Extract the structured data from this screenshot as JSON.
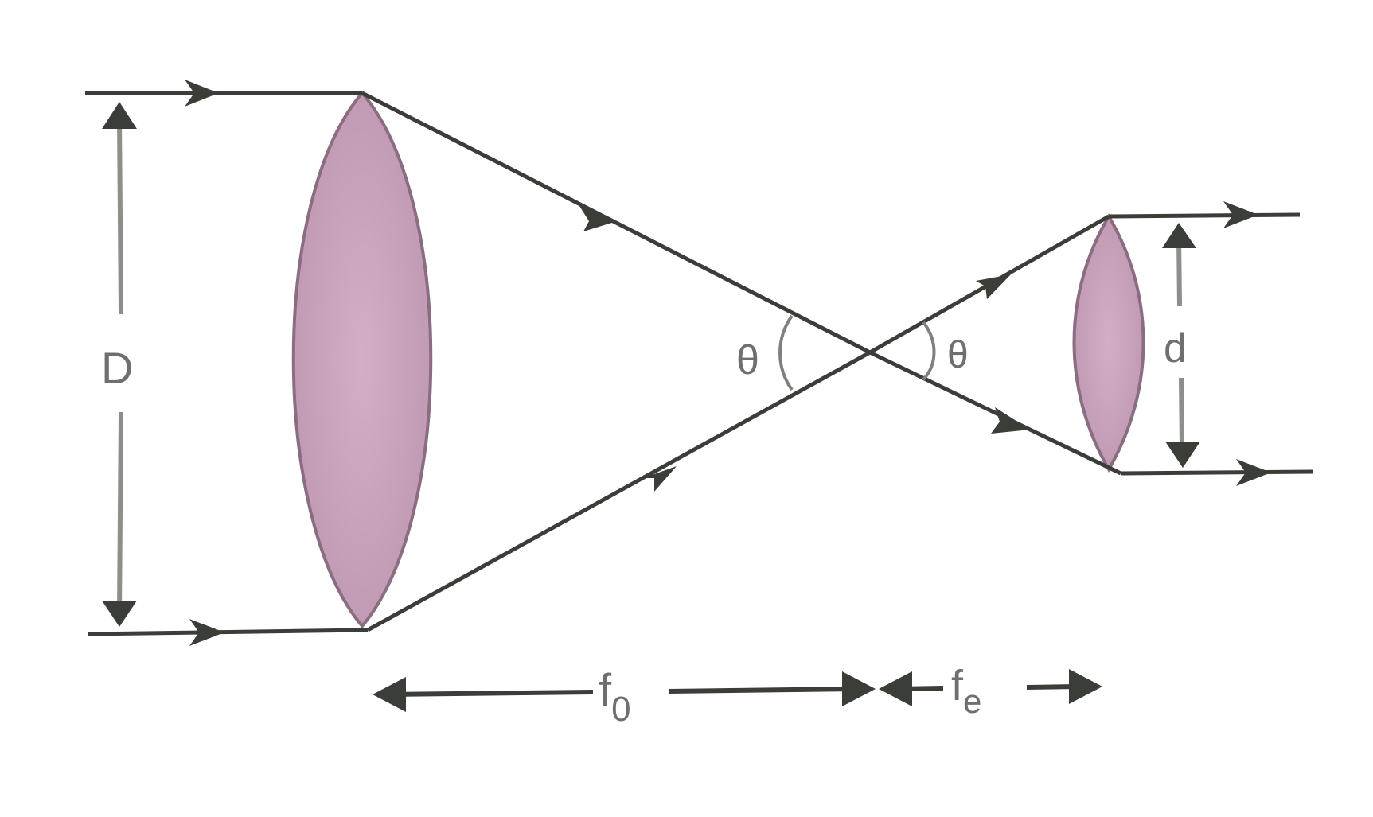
{
  "diagram": {
    "title": "Astronomical telescope ray diagram (normal adjustment)",
    "labels": {
      "objective_aperture": "D",
      "eyepiece_aperture": "d",
      "angle_left": "θ",
      "angle_right": "θ",
      "objective_focal_length": "f",
      "objective_focal_sub": "0",
      "eyepiece_focal_length": "f",
      "eyepiece_focal_sub": "e"
    },
    "colors": {
      "ray": "#3a3d38",
      "dimension": "#8d8f8b",
      "lens_fill": "#c9a3bd",
      "lens_edge": "#8a6d80",
      "label": "#6f6f6f"
    }
  }
}
